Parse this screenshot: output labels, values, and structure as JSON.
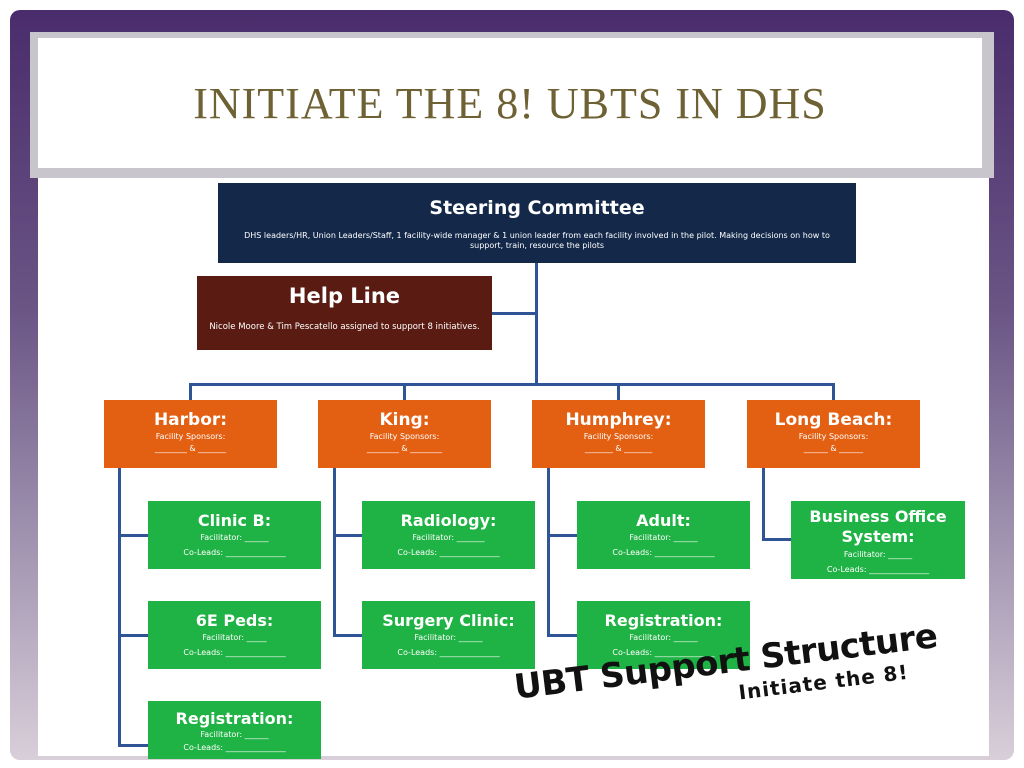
{
  "slide": {
    "title": "INITIATE THE 8! UBTS IN DHS"
  },
  "chart": {
    "steering": {
      "title": "Steering Committee",
      "desc": "DHS leaders/HR, Union Leaders/Staff, 1 facility-wide manager & 1 union leader from each facility involved in the pilot. Making decisions on how to support, train, resource the pilots"
    },
    "helpline": {
      "title": "Help Line",
      "desc": "Nicole Moore & Tim Pescatello assigned to support 8 initiatives."
    },
    "facilities": [
      {
        "name": "Harbor:",
        "sponsors": "Facility Sponsors:",
        "blanks": "________ & _______"
      },
      {
        "name": "King:",
        "sponsors": "Facility Sponsors:",
        "blanks": "________ & ________"
      },
      {
        "name": "Humphrey:",
        "sponsors": "Facility Sponsors:",
        "blanks": "_______ & _______"
      },
      {
        "name": "Long Beach:",
        "sponsors": "Facility Sponsors:",
        "blanks": "______ & ______"
      }
    ],
    "units": [
      {
        "name": "Clinic B:",
        "facilitator": "Facilitator: ______",
        "coleads": "Co-Leads: _______________"
      },
      {
        "name": "6E Peds:",
        "facilitator": "Facilitator: _____",
        "coleads": "Co-Leads: _______________"
      },
      {
        "name": "Registration:",
        "facilitator": "Facilitator: ______",
        "coleads": "Co-Leads: _______________"
      },
      {
        "name": "Radiology:",
        "facilitator": "Facilitator: _______",
        "coleads": "Co-Leads: _______________"
      },
      {
        "name": "Surgery Clinic:",
        "facilitator": "Facilitator: ______",
        "coleads": "Co-Leads: _______________"
      },
      {
        "name": "Adult:",
        "facilitator": "Facilitator: ______",
        "coleads": "Co-Leads: _______________"
      },
      {
        "name": "Registration:",
        "facilitator": "Facilitator: ______",
        "coleads": "Co-Leads: _______________"
      },
      {
        "name": "Business Office System:",
        "facilitator": "Facilitator: ______",
        "coleads": "Co-Leads: _______________"
      }
    ]
  },
  "stamp": {
    "line1": "UBT Support Structure",
    "line2": "Initiate the 8!"
  },
  "colors": {
    "steering": "#14294a",
    "helpline": "#5a1c12",
    "facility": "#e35f12",
    "unit": "#1fb244",
    "connector": "#2f5597",
    "title": "#6e6133"
  }
}
